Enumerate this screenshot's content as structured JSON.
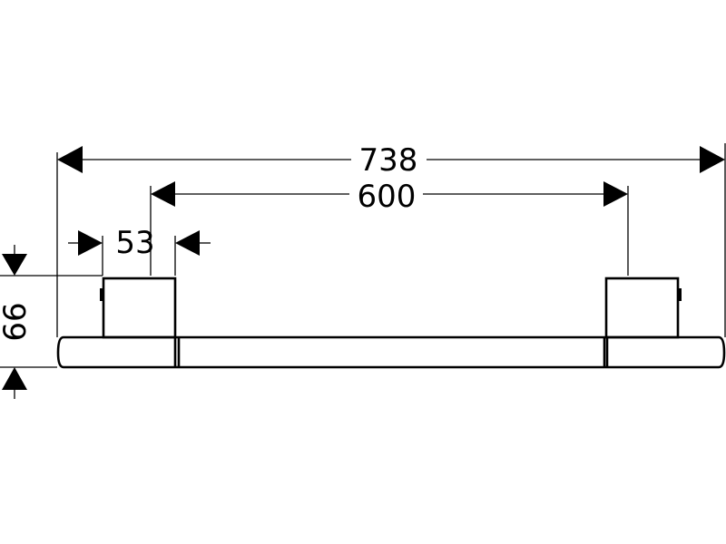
{
  "dimensions": {
    "overall_length": "738",
    "mount_spacing": "600",
    "mount_width": "53",
    "height": "66"
  }
}
